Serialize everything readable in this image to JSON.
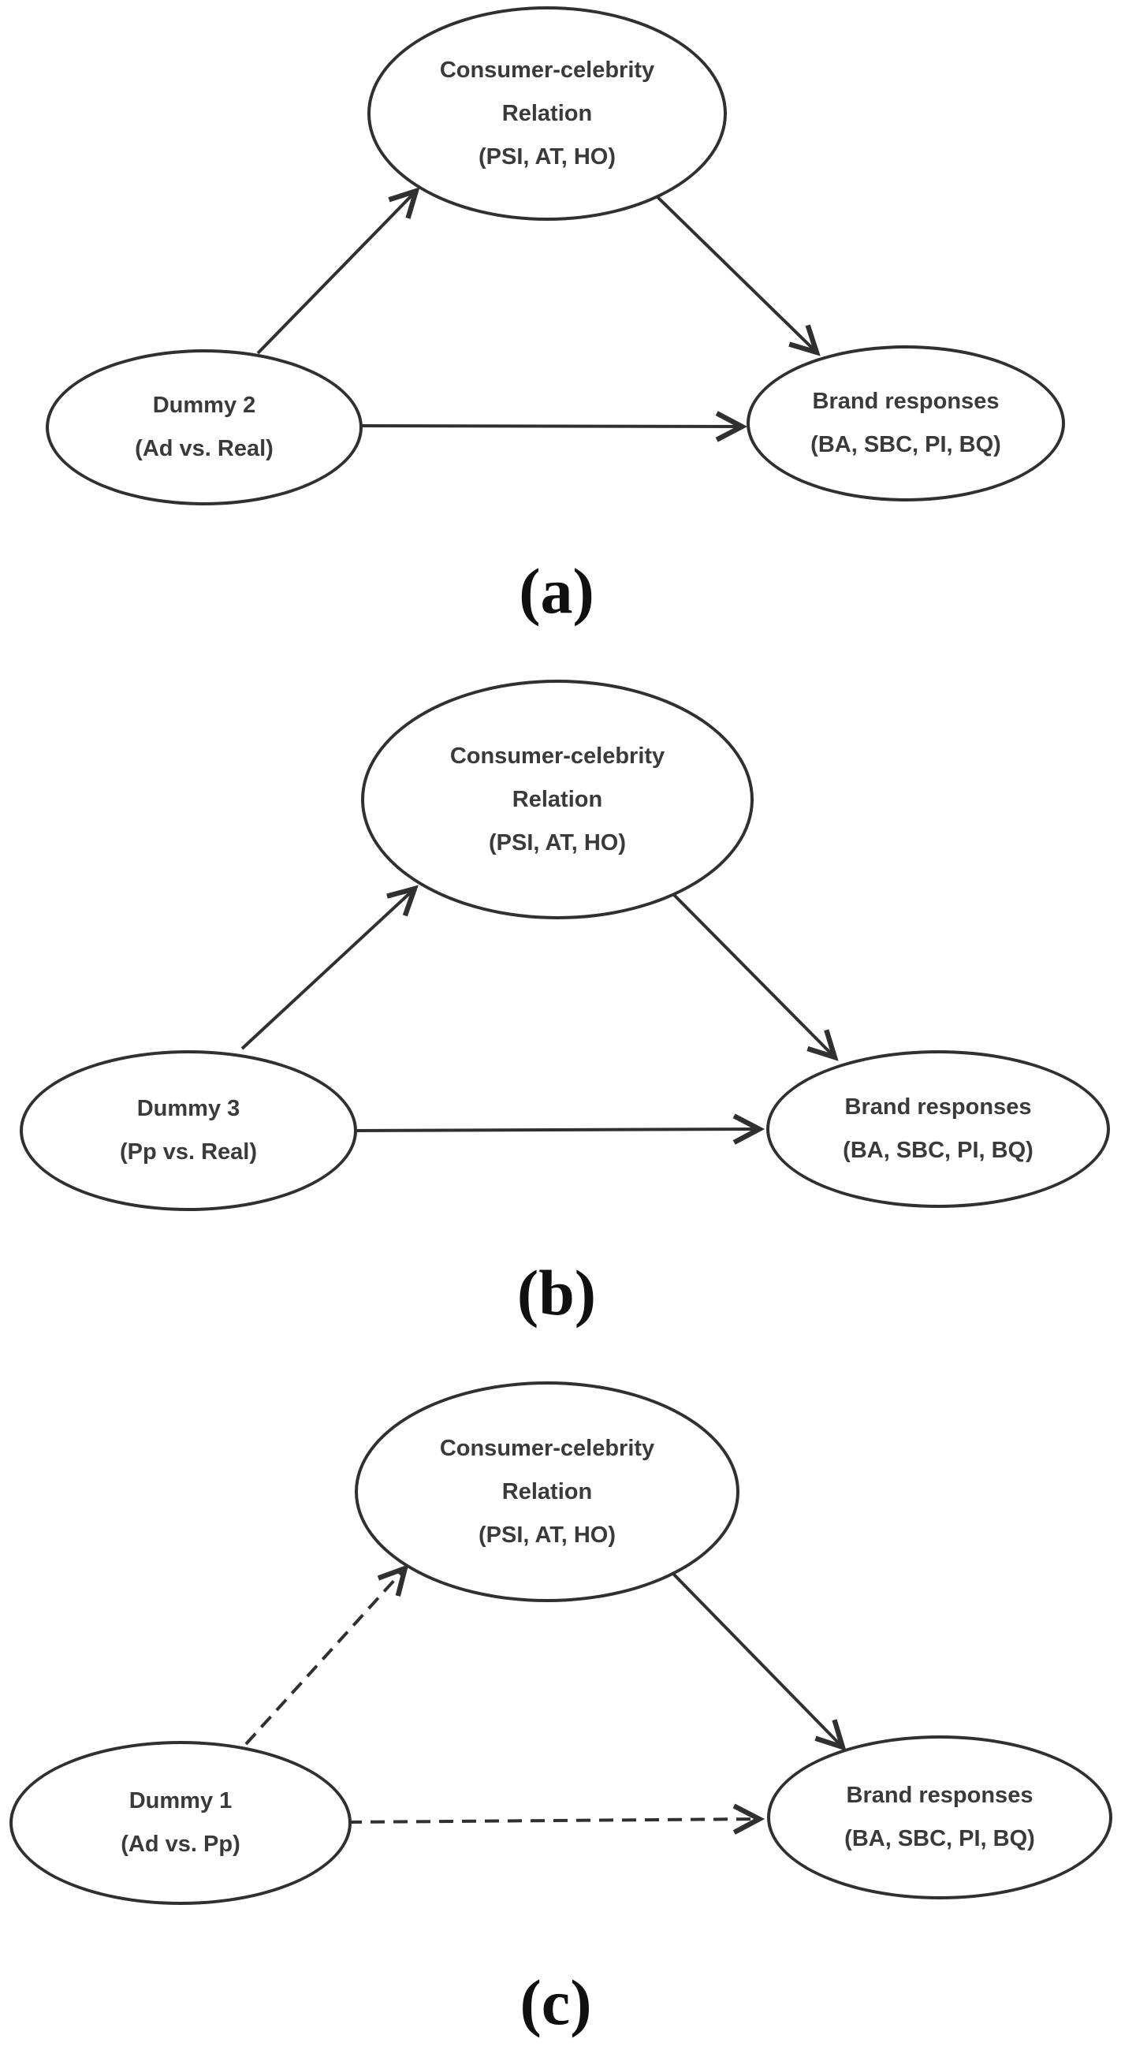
{
  "figure": {
    "colors": {
      "background": "#ffffff",
      "stroke": "#303030",
      "node_text": "#3a3a3a",
      "label_text": "#101010"
    },
    "panels": [
      {
        "id": "a",
        "label": "(a)",
        "nodes": {
          "mediator": {
            "lines": [
              "Consumer-celebrity",
              "Relation",
              "(PSI, AT, HO)"
            ]
          },
          "predictor": {
            "lines": [
              "Dummy 2",
              "(Ad vs. Real)"
            ]
          },
          "outcome": {
            "lines": [
              "Brand responses",
              "(BA, SBC, PI, BQ)"
            ]
          }
        },
        "edges": [
          {
            "from": "predictor",
            "to": "mediator",
            "style": "solid"
          },
          {
            "from": "mediator",
            "to": "outcome",
            "style": "solid"
          },
          {
            "from": "predictor",
            "to": "outcome",
            "style": "solid"
          }
        ]
      },
      {
        "id": "b",
        "label": "(b)",
        "nodes": {
          "mediator": {
            "lines": [
              "Consumer-celebrity",
              "Relation",
              "(PSI, AT, HO)"
            ]
          },
          "predictor": {
            "lines": [
              "Dummy 3",
              "(Pp vs. Real)"
            ]
          },
          "outcome": {
            "lines": [
              "Brand responses",
              "(BA, SBC, PI, BQ)"
            ]
          }
        },
        "edges": [
          {
            "from": "predictor",
            "to": "mediator",
            "style": "solid"
          },
          {
            "from": "mediator",
            "to": "outcome",
            "style": "solid"
          },
          {
            "from": "predictor",
            "to": "outcome",
            "style": "solid"
          }
        ]
      },
      {
        "id": "c",
        "label": "(c)",
        "nodes": {
          "mediator": {
            "lines": [
              "Consumer-celebrity",
              "Relation",
              "(PSI, AT, HO)"
            ]
          },
          "predictor": {
            "lines": [
              "Dummy 1",
              "(Ad vs. Pp)"
            ]
          },
          "outcome": {
            "lines": [
              "Brand responses",
              "(BA, SBC, PI, BQ)"
            ]
          }
        },
        "edges": [
          {
            "from": "predictor",
            "to": "mediator",
            "style": "dashed"
          },
          {
            "from": "mediator",
            "to": "outcome",
            "style": "solid"
          },
          {
            "from": "predictor",
            "to": "outcome",
            "style": "dashed"
          }
        ]
      }
    ]
  }
}
